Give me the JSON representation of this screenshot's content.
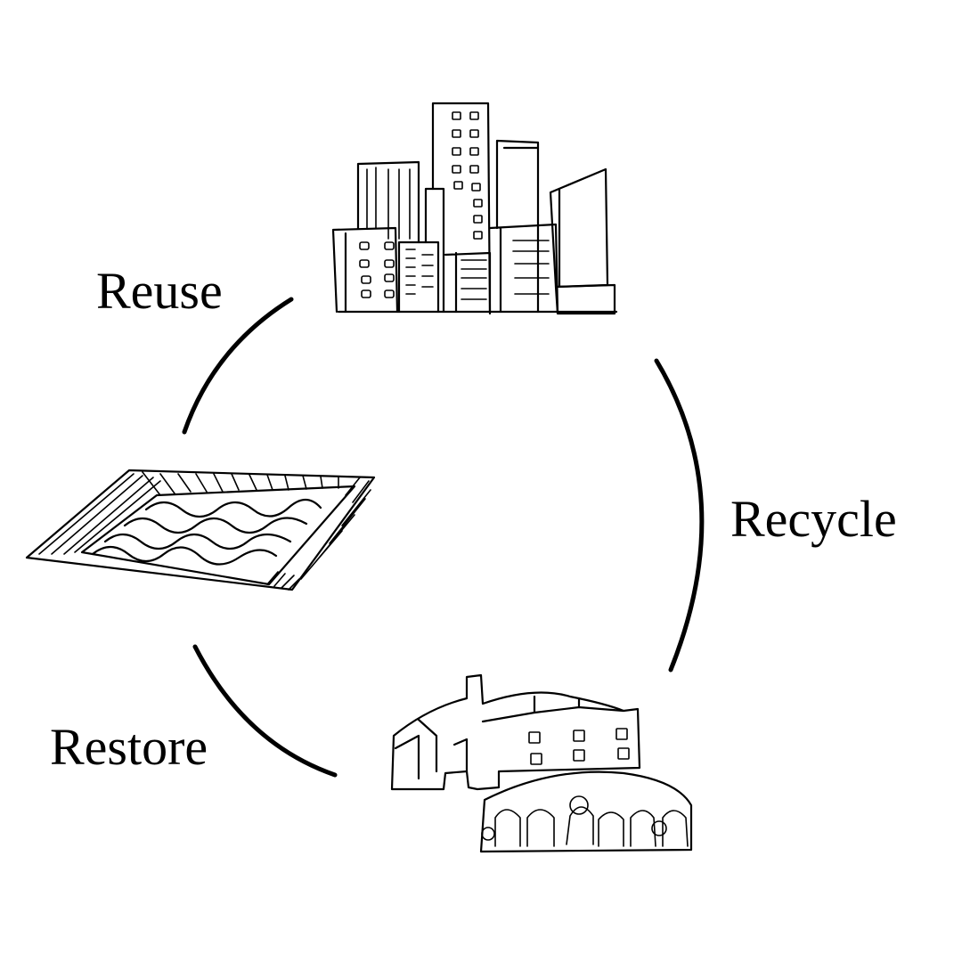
{
  "diagram": {
    "stages": [
      {
        "id": "reuse",
        "label": "Reuse",
        "icon": "city-skyline-icon"
      },
      {
        "id": "recycle",
        "label": "Recycle",
        "icon": "factory-neighborhood-icon"
      },
      {
        "id": "restore",
        "label": "Restore",
        "icon": "excavated-pit-icon"
      }
    ],
    "colors": {
      "ink": "#000000",
      "background": "#ffffff"
    }
  }
}
